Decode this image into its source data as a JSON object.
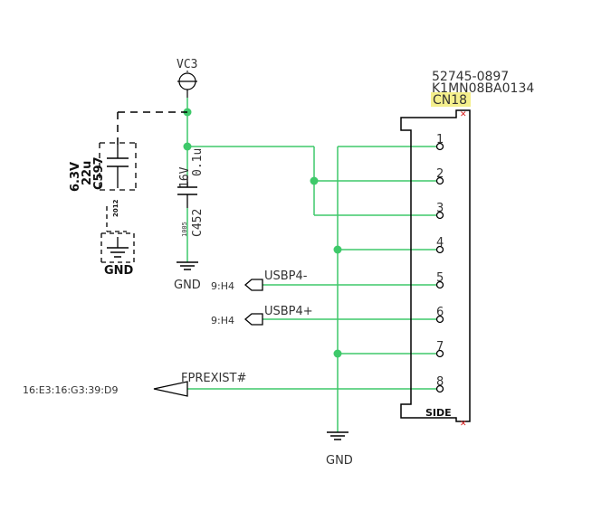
{
  "connector": {
    "part_number": "52745-0897",
    "mfr_code": "K1MN08BA0134",
    "refdes": "CN18",
    "side_label": "SIDE",
    "pins": [
      "1",
      "2",
      "3",
      "4",
      "5",
      "6",
      "7",
      "8"
    ]
  },
  "power": {
    "rail": "VC3",
    "gnd_main": "GND",
    "gnd_cap": "GND",
    "gnd_bottom": "GND"
  },
  "cap_c452": {
    "voltage": "16V",
    "value": "0.1u",
    "refdes": "C452",
    "note": "1005"
  },
  "cap_c597": {
    "voltage": "6.3V",
    "value": "22u",
    "refdes": "C597",
    "note": "2012"
  },
  "nets": {
    "usb_minus": {
      "name": "USBP4-",
      "ref": "9:H4"
    },
    "usb_plus": {
      "name": "USBP4+",
      "ref": "9:H4"
    },
    "fprexist": {
      "name": "FPREXIST#",
      "ref": "16:E3:16:G3:39:D9"
    }
  },
  "colors": {
    "wire": "#3ec96a",
    "junction": "#3ec96a",
    "outline": "#000000",
    "highlight": "#f4ef8c",
    "pin_mark": "#d81b1b"
  }
}
